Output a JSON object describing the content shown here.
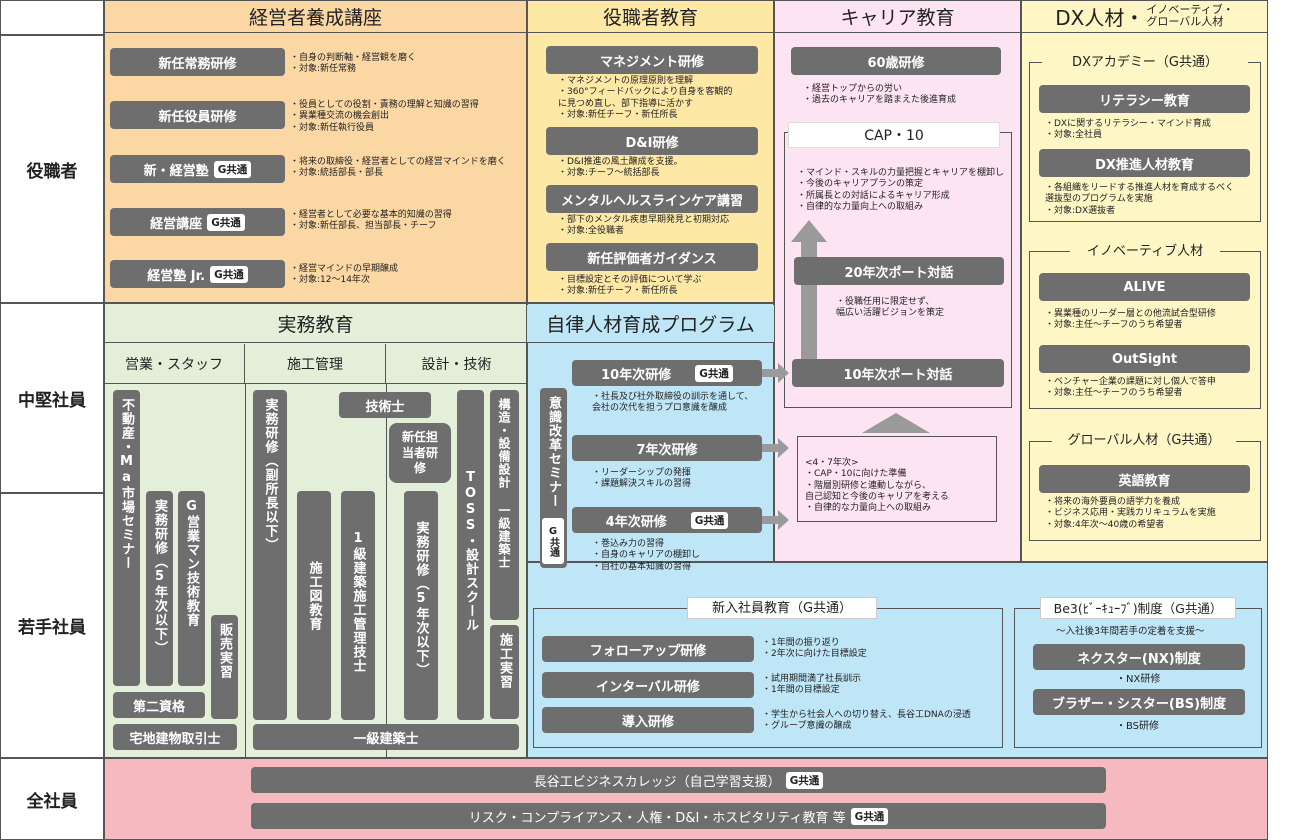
{
  "levels": {
    "executives": "役職者",
    "midcareer": "中堅社員",
    "young": "若手社員",
    "all": "全社員"
  },
  "columns": {
    "mgmt": "経営者養成講座",
    "position": "役職者教育",
    "career": "キャリア教育",
    "dx_main": "DX人材・",
    "dx_sub1": "イノベーティブ・",
    "dx_sub2": "グローバル人材",
    "practical": "実務教育",
    "autonomous": "自律人材育成プログラム"
  },
  "gtag": "G共通",
  "mgmt_items": [
    {
      "label": "新任常務研修",
      "notes": [
        "・自身の判断軸・経営観を磨く",
        "・対象:新任常務"
      ]
    },
    {
      "label": "新任役員研修",
      "notes": [
        "・役員としての役割・責務の理解と知識の習得",
        "・異業種交流の機会創出",
        "・対象:新任執行役員"
      ]
    },
    {
      "label": "新・経営塾",
      "notes": [
        "・将来の取締役・経営者としての経営マインドを磨く",
        "・対象:統括部長・部長"
      ]
    },
    {
      "label": "経営講座",
      "notes": [
        "・経営者として必要な基本的知識の習得",
        "・対象:新任部長、担当部長・チーフ"
      ]
    },
    {
      "label": "経営塾 Jr.",
      "notes": [
        "・経営マインドの早期醸成",
        "・対象:12～14年次"
      ]
    }
  ],
  "position_items": [
    {
      "label": "マネジメント研修",
      "notes": [
        "・マネジメントの原理原則を理解",
        "・360°フィードバックにより自身を客観的",
        "  に見つめ直し、部下指導に活かす",
        "・対象:新任チーフ・新任所長"
      ]
    },
    {
      "label": "D&I研修",
      "notes": [
        "・D&I推進の風土醸成を支援。",
        "・対象:チーフ～統括部長"
      ]
    },
    {
      "label": "メンタルヘルスラインケア講習",
      "notes": [
        "・部下のメンタル疾患早期発見と初期対応",
        "・対象:全役職者"
      ]
    },
    {
      "label": "新任評価者ガイダンス",
      "notes": [
        "・目標設定とその評価について学ぶ",
        "・対象:新任チーフ・新任所長"
      ]
    }
  ],
  "career": {
    "age60": "60歳研修",
    "age60_notes": [
      "・経営トップからの労い",
      "・過去のキャリアを踏まえた後進育成"
    ],
    "cap10": "CAP・10",
    "cap10_notes": [
      "・マインド・スキルの力量把握とキャリアを棚卸し",
      "・今後のキャリアプランの策定",
      "・所属長との対話によるキャリア形成",
      "・自律的な力量向上への取組み"
    ],
    "y20": "20年次ポート対話",
    "y20_notes": [
      "・役職任用に限定せず、",
      "  幅広い活躍ビジョンを策定"
    ],
    "y10": "10年次ポート対話",
    "y47_notes": [
      "<4・7年次>",
      "・CAP・10に向けた準備",
      "・階層別研修と連動しながら、",
      "  自己認知と今後のキャリアを考える",
      "・自律的な力量向上への取組み"
    ]
  },
  "dx": {
    "academy": "DXアカデミー（G共通）",
    "literacy": "リテラシー教育",
    "literacy_notes": [
      "・DXに関するリテラシー・マインド育成",
      "・対象:全社員"
    ],
    "promoter": "DX推進人材教育",
    "promoter_notes": [
      "・各組織をリードする推進人材を育成するべく",
      "  選抜型のプログラムを実施",
      "・対象:DX選抜者"
    ],
    "innovative": "イノベーティブ人材",
    "alive": "ALIVE",
    "alive_notes": [
      "・異業種のリーダー層との他流試合型研修",
      "・対象:主任～チーフのうち希望者"
    ],
    "outsight": "OutSight",
    "outsight_notes": [
      "・ベンチャー企業の課題に対し個人で答申",
      "・対象:主任～チーフのうち希望者"
    ],
    "global": "グローバル人材（G共通）",
    "english": "英語教育",
    "english_notes": [
      "・将来の海外要員の語学力を養成",
      "・ビジネス応用・実践カリキュラムを実施",
      "・対象:4年次～40歳の希望者"
    ]
  },
  "practical": {
    "sales": "営業・スタッフ",
    "construction": "施工管理",
    "design": "設計・技術",
    "realestate": "不動産・Ma市場セミナー",
    "jitsumu5a": "実務研修（5年次以下）",
    "g_sales": "G営業マン技術教育",
    "hanbai": "販売実習",
    "second": "第二資格",
    "takken": "宅地建物取引士",
    "jitsumu_vice": "実務研修（副所長以下）",
    "sekozu": "施工図教育",
    "ikkyu_sekou": "1級建築施工管理技士",
    "gijutsushi": "技術士",
    "shinnin": "新任担当者研修",
    "jitsumu5b": "実務研修（5年次以下）",
    "toss": "TOSS・設計スクール",
    "kozo": "構造・設備設計 一級建築士",
    "seko_jisshu": "施工実習",
    "ikkyu": "一級建築士"
  },
  "autonomous": {
    "seminar": "意識改革セミナー",
    "y10": "10年次研修",
    "y10_notes": [
      "・社長及び社外取締役の訓示を通して、",
      "  会社の次代を担うプロ意識を醸成"
    ],
    "y7": "7年次研修",
    "y7_notes": [
      "・リーダーシップの発揮",
      "・課題解決スキルの習得"
    ],
    "y4": "4年次研修",
    "y4_notes": [
      "・巻込み力の習得",
      "・自身のキャリアの棚卸し",
      "・自社の基本知識の習得"
    ]
  },
  "newhire": {
    "title": "新入社員教育（G共通）",
    "followup": "フォローアップ研修",
    "followup_notes": [
      "・1年間の振り返り",
      "・2年次に向けた目標設定"
    ],
    "interval": "インターバル研修",
    "interval_notes": [
      "・試用期間満了社長訓示",
      "・1年間の目標設定"
    ],
    "intro": "導入研修",
    "intro_notes": [
      "・学生から社会人への切り替え、長谷工DNAの浸透",
      "・グループ意識の醸成"
    ]
  },
  "be3": {
    "title": "Be3(ﾋﾞｰｷｭｰﾌﾞ)制度（G共通）",
    "sub": "～入社後3年間若手の定着を支援～",
    "nx": "ネクスター(NX)制度",
    "nx_note": "・NX研修",
    "bs": "ブラザー・シスター(BS)制度",
    "bs_note": "・BS研修"
  },
  "allstaff": {
    "college": "長谷工ビジネスカレッジ（自己学習支援）",
    "risk": "リスク・コンプライアンス・人権・D&I・ホスピタリティ教育 等"
  },
  "colors": {
    "mgmt_bg": "#fbd7a4",
    "position_bg": "#fde8a6",
    "career_bg": "#fde4f2",
    "dx_bg": "#fef6c5",
    "practical_bg": "#e3efd9",
    "autonomous_bg": "#bfe6f7",
    "allstaff_bg": "#f7b9c0",
    "pill": "#6e6e6e"
  }
}
